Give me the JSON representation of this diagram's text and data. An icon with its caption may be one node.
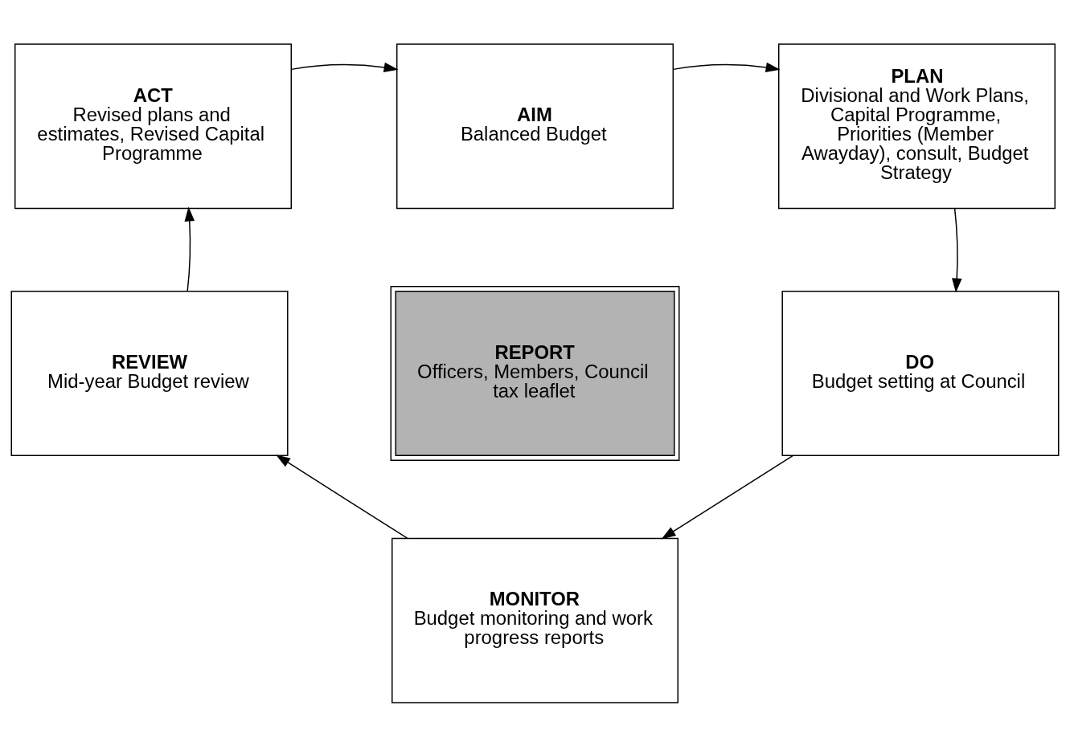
{
  "diagram": {
    "nodes": [
      {
        "text": [
          "AIM",
          "Balanced Budget"
        ]
      },
      {
        "text": [
          "ACT",
          "Revised plans and estimates, Revised Capital Programme"
        ]
      },
      {
        "text": [
          "PLAN",
          "Divisional and Work Plans, Capital Programme, Priorities (Member Awayday), consult, Budget Strategy"
        ]
      },
      {
        "text": [
          "REPORT",
          "Officers, Members, Council tax leaflet"
        ]
      },
      {
        "text": [
          "REVIEW",
          "Mid-year Budget review"
        ]
      },
      {
        "text": [
          "DO",
          "Budget setting at Council"
        ]
      },
      {
        "text": [
          "MONITOR",
          "Budget monitoring and work progress reports"
        ]
      }
    ],
    "edges": [
      {
        "from": 1,
        "to": 0,
        "arrow": "to"
      },
      {
        "from": 0,
        "to": 2,
        "arrow": "to"
      },
      {
        "from": 2,
        "to": 5,
        "arrow": "to"
      },
      {
        "from": 5,
        "to": 6,
        "arrow": "to"
      },
      {
        "from": 6,
        "to": 4,
        "arrow": "to"
      },
      {
        "from": 4,
        "to": 1,
        "arrow": "to"
      }
    ]
  }
}
